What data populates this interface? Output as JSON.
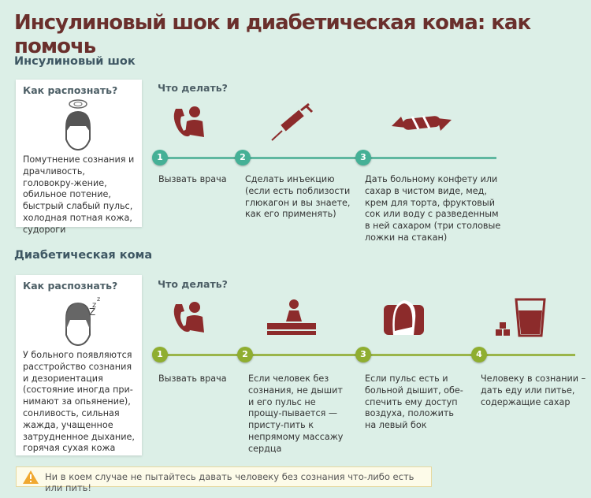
{
  "title": "Инсулиновый шок и диабетическая кома: как помочь",
  "colors": {
    "title": "#6a2f2c",
    "icon": "#8c2b2b",
    "step_insulin": "#45b096",
    "step_coma": "#8fae30",
    "background": "#dcefe7"
  },
  "insulin": {
    "heading": "Инсулиновый шок",
    "recognize_title": "Как распознать?",
    "symptoms": "Помутнение сознания и драчливость, головокру-жение, обильное потение, быстрый слабый пульс, холодная потная кожа, судороги",
    "what_title": "Что делать?",
    "steps": [
      {
        "num": "1",
        "icon": "phone-doctor-icon",
        "text": "Вызвать врача"
      },
      {
        "num": "2",
        "icon": "syringe-icon",
        "text": "Сделать инъекцию (если есть поблизости глюкагон и вы знаете, как его применять)"
      },
      {
        "num": "3",
        "icon": "candy-icon",
        "text": "Дать больному конфету или сахар в чистом виде, мед, крем для торта, фруктовый сок или воду с разведенным в ней сахаром (три столовые ложки на стакан)"
      }
    ]
  },
  "coma": {
    "heading": "Диабетическая кома",
    "recognize_title": "Как распознать?",
    "symptoms": "У больного появляются расстройство сознания и дезориентация (состояние иногда при-нимают за опьянение), сонливость, сильная жажда, учащенное затрудненное дыхание, горячая сухая кожа",
    "what_title": "Что делать?",
    "steps": [
      {
        "num": "1",
        "icon": "phone-doctor-icon",
        "text": "Вызвать врача"
      },
      {
        "num": "2",
        "icon": "cpr-icon",
        "text": "Если человек без сознания, не дышит и его пульс не прощу-пывается — присту-пить к непрямому массажу сердца"
      },
      {
        "num": "3",
        "icon": "face-air-icon",
        "text": "Если пульс есть и больной дышит, обе-спечить ему доступ воздуха, положить на левый бок"
      },
      {
        "num": "4",
        "icon": "sugar-glass-icon",
        "text": "Человеку в сознании – дать еду или питье, содержащие сахар"
      }
    ]
  },
  "warning": "Ни в коем случае не пытайтесь давать человеку без сознания что-либо есть или пить!"
}
